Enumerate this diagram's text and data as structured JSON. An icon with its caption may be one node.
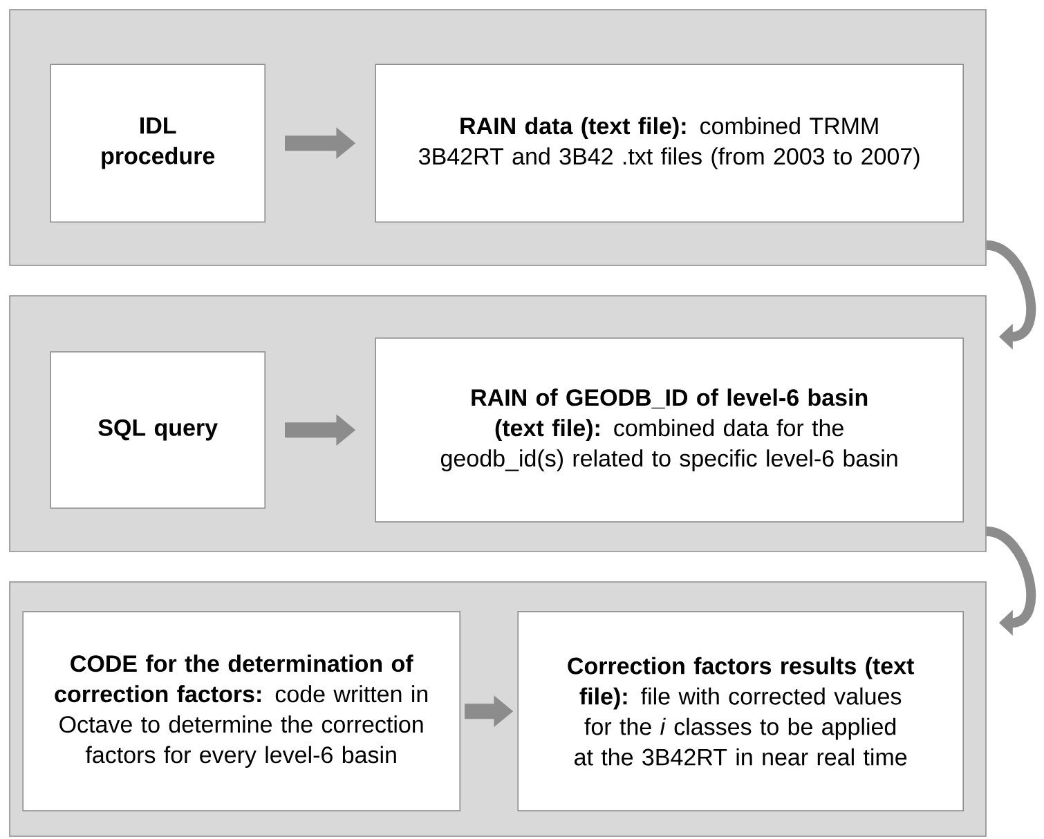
{
  "diagram": {
    "nodes": [
      {
        "text": [],
        "shape": "box"
      },
      {
        "text": [
          "IDL procedure"
        ],
        "in": 0
      },
      {
        "text": [
          "**RAIN data (text file):** combined TRMM 3B42RT and 3B42 .txt files (from 2003 to 2007)"
        ],
        "in": 0
      },
      {
        "text": [],
        "shape": "box"
      },
      {
        "text": [
          "SQL query"
        ],
        "in": 3
      },
      {
        "text": [
          "**RAIN of GEODB_ID of level-6 basin (text file):** combined data for the geodb_id(s) related to specific level-6 basin"
        ],
        "in": 3
      },
      {
        "text": [],
        "shape": "box"
      },
      {
        "text": [
          "**CODE for the determination of correction factors:** code written in Octave to determine the correction factors for every level-6 basin"
        ],
        "in": 6
      },
      {
        "text": [
          "**Correction factors results (text file):** file with corrected values for the *i* classes to be applied at the 3B42RT in near real time"
        ],
        "in": 6
      }
    ],
    "edges": [
      {
        "from": 1,
        "to": 2,
        "arrow": "to"
      },
      {
        "from": 0,
        "to": 3,
        "arrow": "to"
      },
      {
        "from": 4,
        "to": 5,
        "arrow": "to"
      },
      {
        "from": 3,
        "to": 6,
        "arrow": "to"
      },
      {
        "from": 7,
        "to": 8,
        "arrow": "to"
      }
    ]
  }
}
